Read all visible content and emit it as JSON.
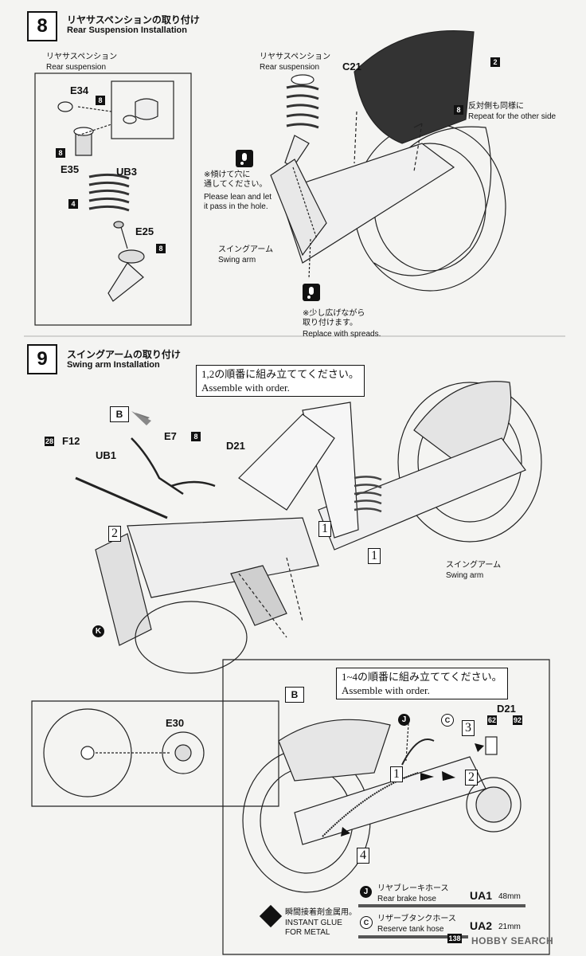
{
  "step8": {
    "number": "8",
    "title_jp": "リヤサスペンションの取り付け",
    "title_en": "Rear Suspension Installation",
    "inset_label_jp": "リヤサスペンション",
    "inset_label_en": "Rear suspension",
    "parts": {
      "e34": "E34",
      "e35": "E35",
      "ub3": "UB3",
      "e25": "E25",
      "c21": "C21"
    },
    "badges": {
      "b8a": "8",
      "b8b": "8",
      "b4": "4",
      "b8c": "8",
      "b2": "2",
      "b8d": "8"
    },
    "main_label_jp": "リヤサスペンション",
    "main_label_en": "Rear suspension",
    "repeat_jp": "反対側も同様に",
    "repeat_en": "Repeat for the other side",
    "lean_jp": "※傾けて穴に\n通してください。",
    "lean_en": "Please lean and let\nit pass in the hole.",
    "swing_jp": "スイングアーム",
    "swing_en": "Swing arm",
    "spread_jp": "※少し広げながら\n取り付けます。",
    "spread_en": "Replace with spreads."
  },
  "step9": {
    "number": "9",
    "title_jp": "スイングアームの取り付け",
    "title_en": "Swing arm Installation",
    "order_note_jp": "1,2の順番に組み立ててください。",
    "order_note_en": "Assemble with order.",
    "ref_b": "B",
    "parts": {
      "f12": "F12",
      "ub1": "UB1",
      "e7": "E7",
      "d21": "D21",
      "e30": "E30"
    },
    "badges": {
      "b28": "28",
      "b8": "8"
    },
    "order_nums": {
      "one_a": "1",
      "one_b": "1",
      "two": "2"
    },
    "k_ref": "K",
    "swing_jp": "スイングアーム",
    "swing_en": "Swing arm"
  },
  "detailB": {
    "ref_b": "B",
    "order_note_jp": "1~4の順番に組み立ててください。",
    "order_note_en": "Assemble with order.",
    "d21": "D21",
    "badges": {
      "b62": "62",
      "b92": "92"
    },
    "j": "J",
    "c": "C",
    "order_nums": {
      "n1": "1",
      "n2": "2",
      "n3": "3",
      "n4": "4"
    }
  },
  "legend": {
    "glue_jp": "瞬間接着剤金属用。",
    "glue_en": "INSTANT GLUE\nFOR METAL",
    "hose1_letter": "J",
    "hose1_jp": "リヤブレーキホース",
    "hose1_en": "Rear brake hose",
    "hose1_code": "UA1",
    "hose1_len": "48mm",
    "hose2_letter": "C",
    "hose2_jp": "リザーブタンクホース",
    "hose2_en": "Reserve tank hose",
    "hose2_code": "UA2",
    "hose2_len": "21mm",
    "badge_138": "138"
  },
  "watermark": "HOBBY SEARCH"
}
